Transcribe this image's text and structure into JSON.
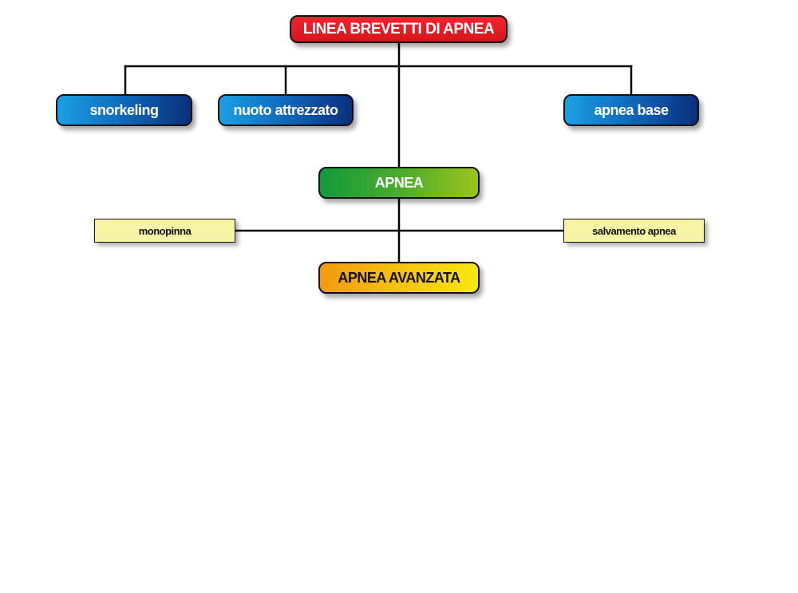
{
  "diagram": {
    "title": "LINEA BREVETTI DI APNEA",
    "entry_courses": [
      {
        "label": "snorkeling"
      },
      {
        "label": "nuoto attrezzato"
      },
      {
        "label": "apnea base"
      }
    ],
    "main_course": {
      "label": "APNEA"
    },
    "specialties": [
      {
        "label": "monopinna"
      },
      {
        "label": "salvamento apnea"
      }
    ],
    "advanced_course": {
      "label": "APNEA AVANZATA"
    },
    "colors": {
      "title": "#e01b24",
      "entry_courses": "#0f62b5",
      "main_course": "#4aac2c",
      "specialties": "#f7f3a4",
      "advanced_course": "#f6c20f",
      "connector": "#000000"
    }
  }
}
